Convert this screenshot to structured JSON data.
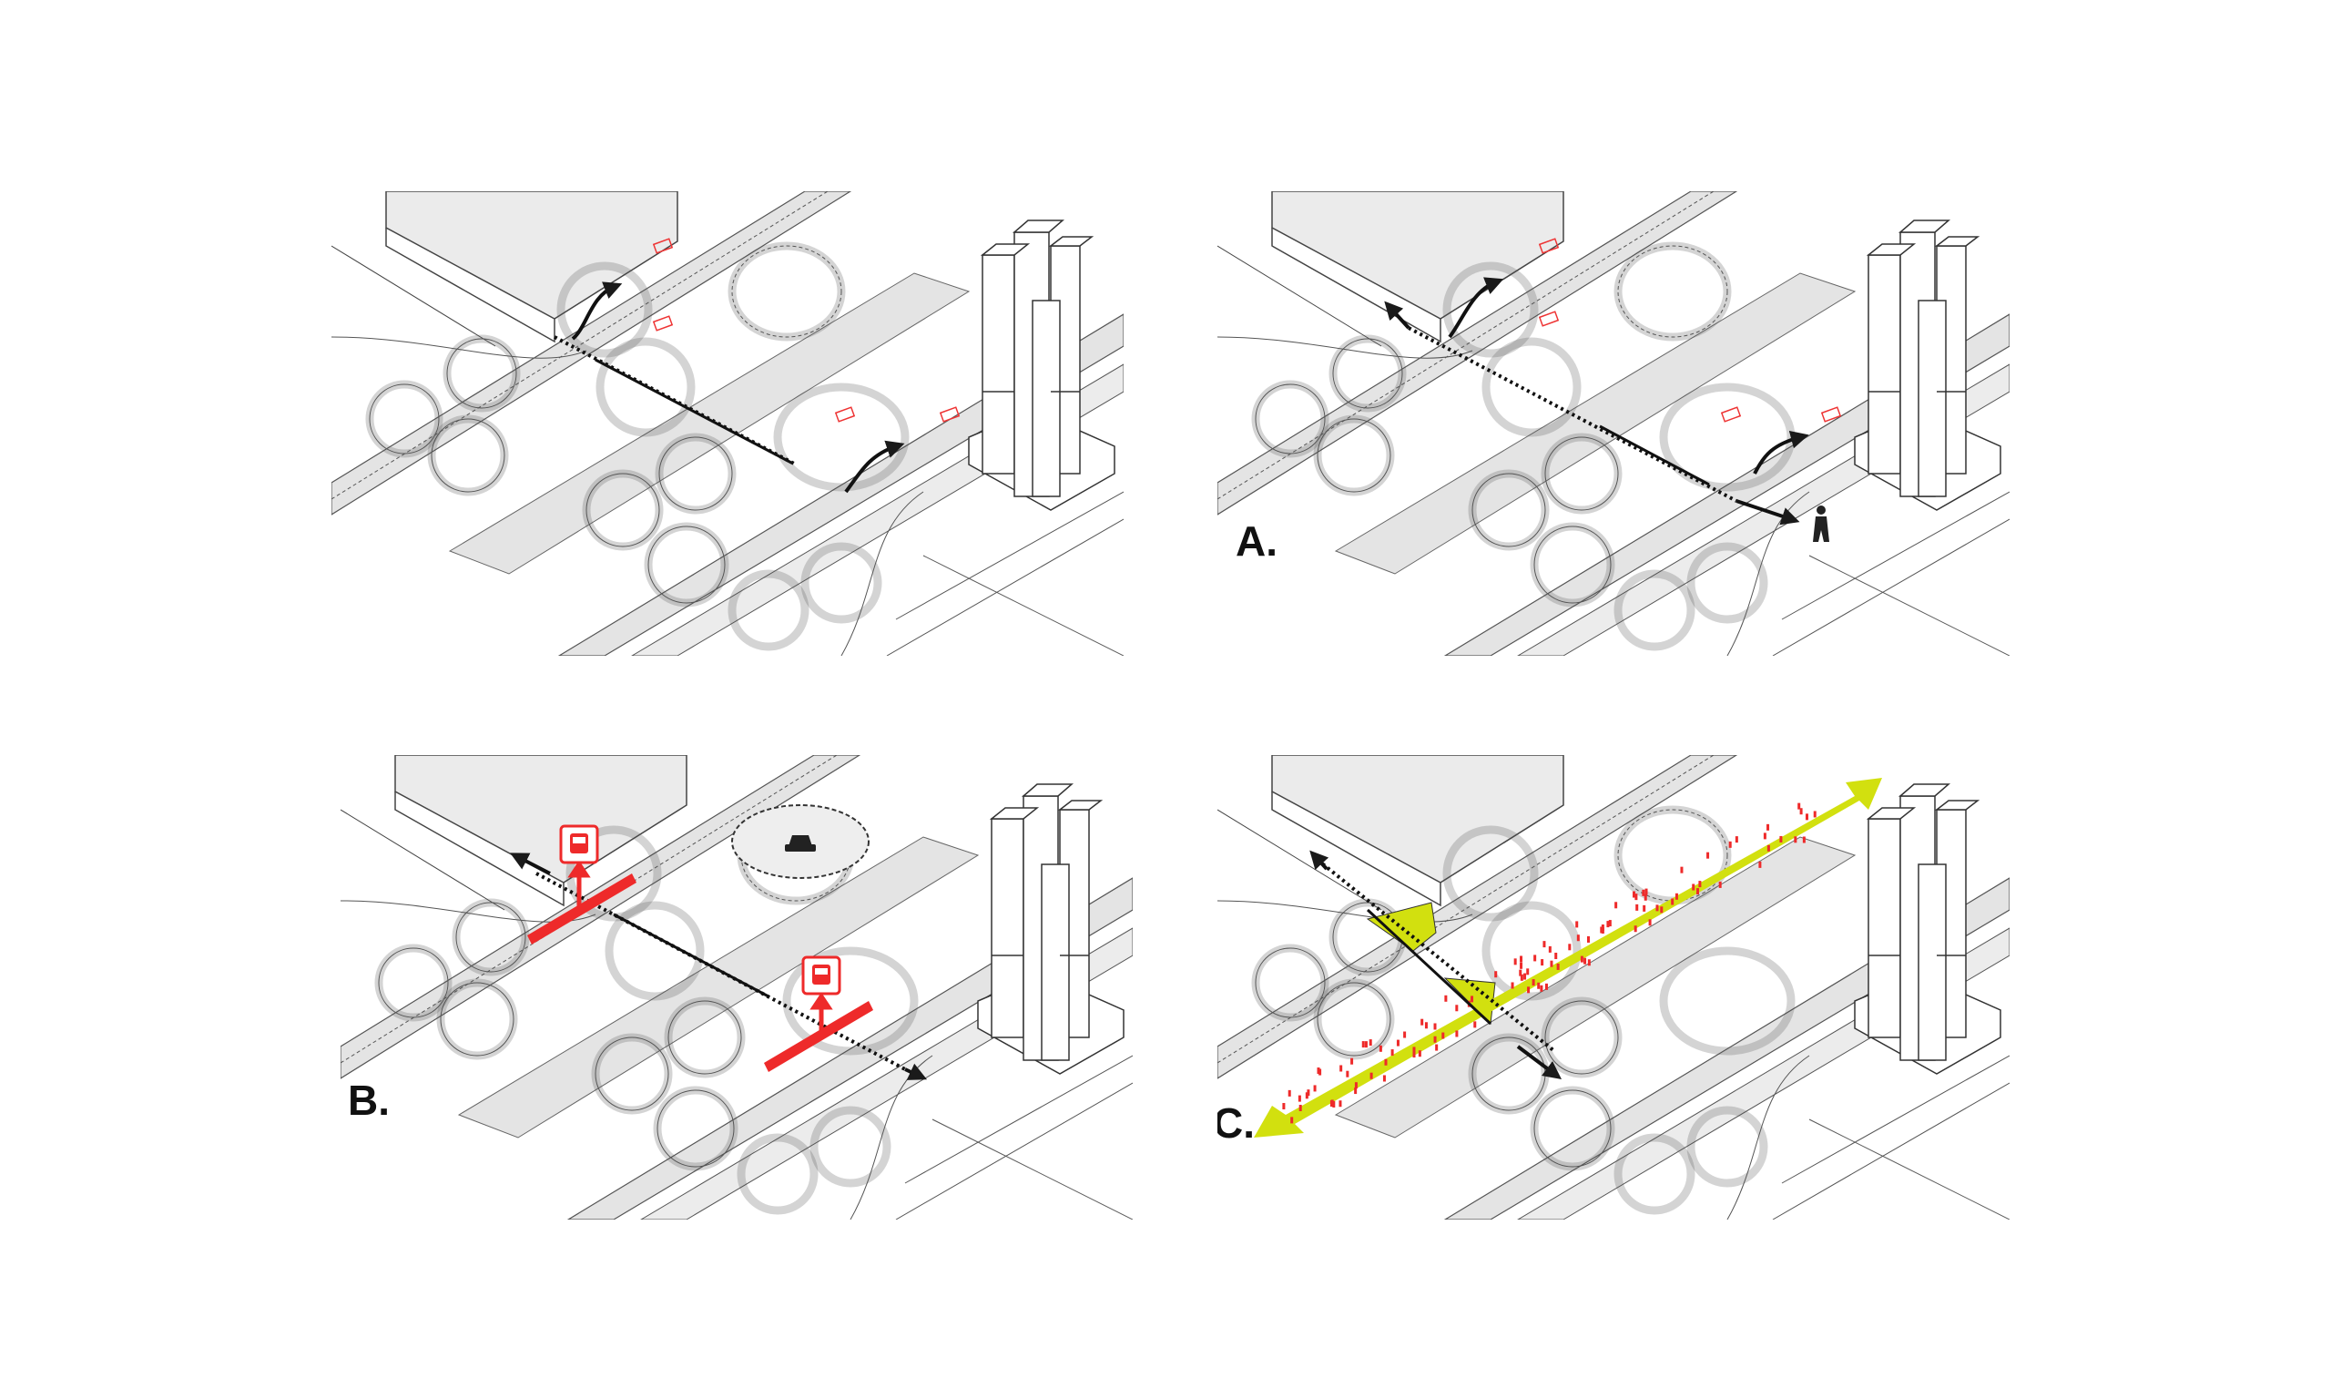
{
  "panels": [
    {
      "id": "base",
      "label": ""
    },
    {
      "id": "A",
      "label": "A."
    },
    {
      "id": "B",
      "label": "B."
    },
    {
      "id": "C",
      "label": "C."
    }
  ],
  "colors": {
    "road": "#e4e4e4",
    "line": "#555555",
    "red": "#ee2a2a",
    "yellow": "#d2e00f",
    "arrow": "#1a1a1a"
  },
  "icons": {
    "bus": "bus-stop-icon",
    "car": "car-drop-off-icon",
    "pedestrian": "pedestrian-icon"
  }
}
